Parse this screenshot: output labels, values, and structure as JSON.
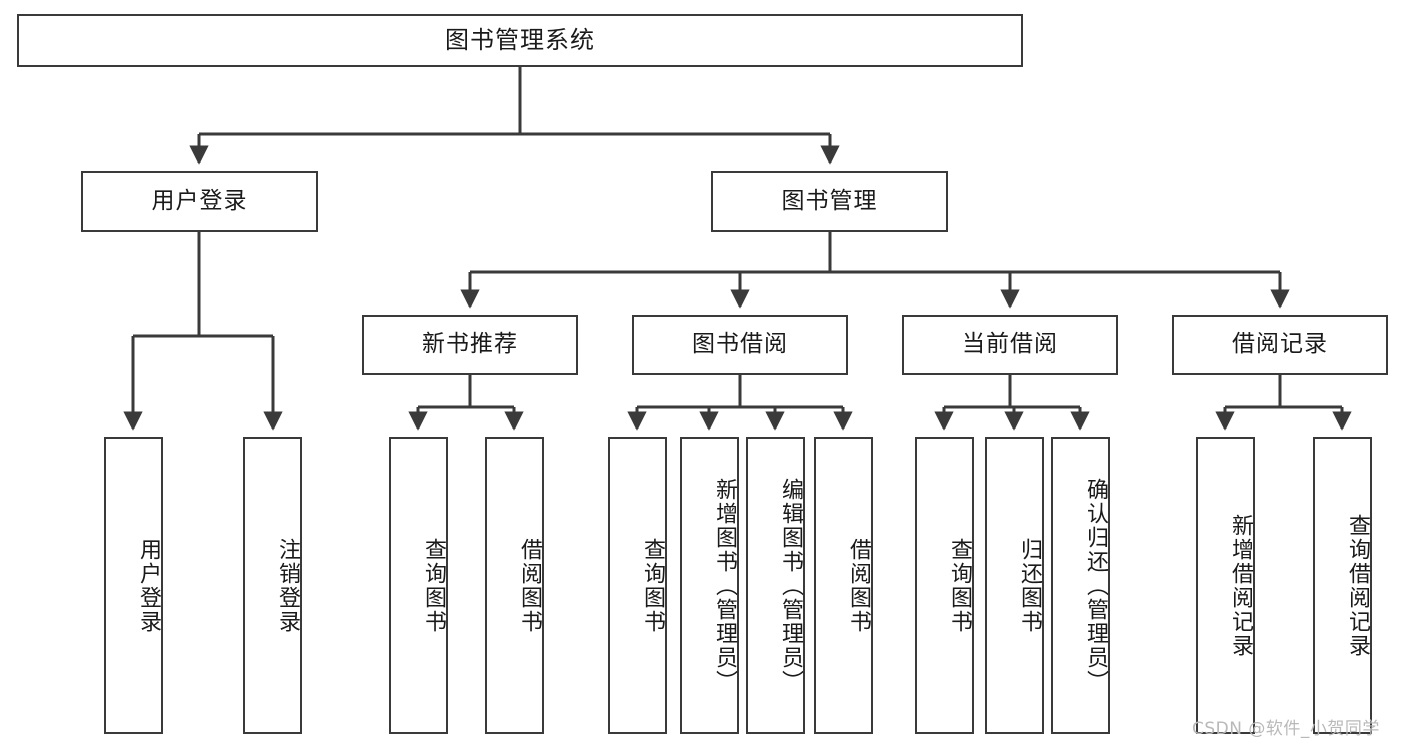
{
  "diagram": {
    "title": "图书管理系统",
    "type": "tree-hierarchy-chart",
    "root": {
      "id": "root",
      "label": "图书管理系统"
    },
    "level2": [
      {
        "id": "user-login",
        "label": "用户登录"
      },
      {
        "id": "book-manage",
        "label": "图书管理"
      }
    ],
    "level3": [
      {
        "id": "new-book-recommend",
        "label": "新书推荐"
      },
      {
        "id": "book-borrow",
        "label": "图书借阅"
      },
      {
        "id": "current-borrow",
        "label": "当前借阅"
      },
      {
        "id": "borrow-record",
        "label": "借阅记录"
      }
    ],
    "leaves": [
      {
        "id": "leaf-user-login",
        "label": "用户登录",
        "parent": "user-login"
      },
      {
        "id": "leaf-logout",
        "label": "注销登录",
        "parent": "user-login"
      },
      {
        "id": "leaf-query-book-1",
        "label": "查询图书",
        "parent": "new-book-recommend"
      },
      {
        "id": "leaf-borrow-book-1",
        "label": "借阅图书",
        "parent": "new-book-recommend"
      },
      {
        "id": "leaf-query-book-2",
        "label": "查询图书",
        "parent": "book-borrow"
      },
      {
        "id": "leaf-add-book",
        "label": "新增图书（管理员）",
        "parent": "book-borrow"
      },
      {
        "id": "leaf-edit-book",
        "label": "编辑图书（管理员）",
        "parent": "book-borrow"
      },
      {
        "id": "leaf-borrow-book-2",
        "label": "借阅图书",
        "parent": "book-borrow"
      },
      {
        "id": "leaf-query-book-3",
        "label": "查询图书",
        "parent": "current-borrow"
      },
      {
        "id": "leaf-return-book",
        "label": "归还图书",
        "parent": "current-borrow"
      },
      {
        "id": "leaf-confirm-return",
        "label": "确认归还（管理员）",
        "parent": "current-borrow"
      },
      {
        "id": "leaf-add-record",
        "label": "新增借阅记录",
        "parent": "borrow-record"
      },
      {
        "id": "leaf-query-record",
        "label": "查询借阅记录",
        "parent": "borrow-record"
      }
    ],
    "watermark": "CSDN @软件_小贺同学",
    "colors": {
      "stroke": "#3a3a3a",
      "box_fill": "#ffffff",
      "text": "#1a1a1a",
      "watermark": "#b9b9b9",
      "background": "#ffffff"
    }
  }
}
